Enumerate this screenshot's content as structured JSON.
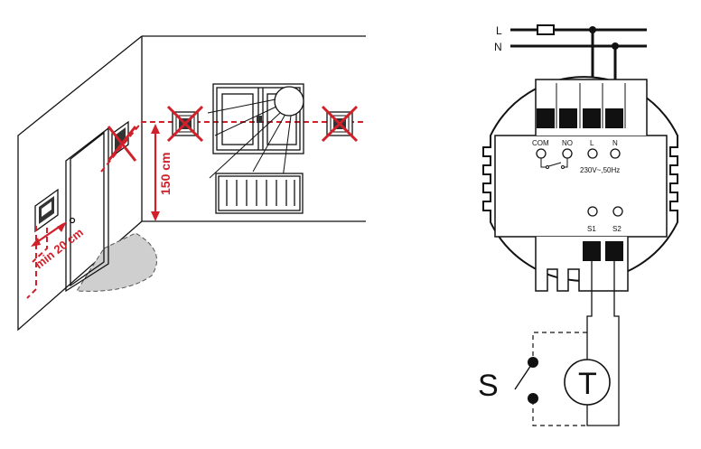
{
  "left_panel": {
    "height_label": "150 cm",
    "distance_label": "min 20 cm",
    "colors": {
      "forbidden": "#d0202a",
      "line": "#111111",
      "swing": "#cfcfcf"
    }
  },
  "right_panel": {
    "supply": {
      "line_label": "L",
      "neutral_label": "N"
    },
    "terminals": {
      "com": "COM",
      "no": "NO",
      "l": "L",
      "n": "N",
      "voltage": "230V~,50Hz",
      "s1": "S1",
      "s2": "S2"
    },
    "switch_label": "S",
    "sensor_label": "T"
  }
}
